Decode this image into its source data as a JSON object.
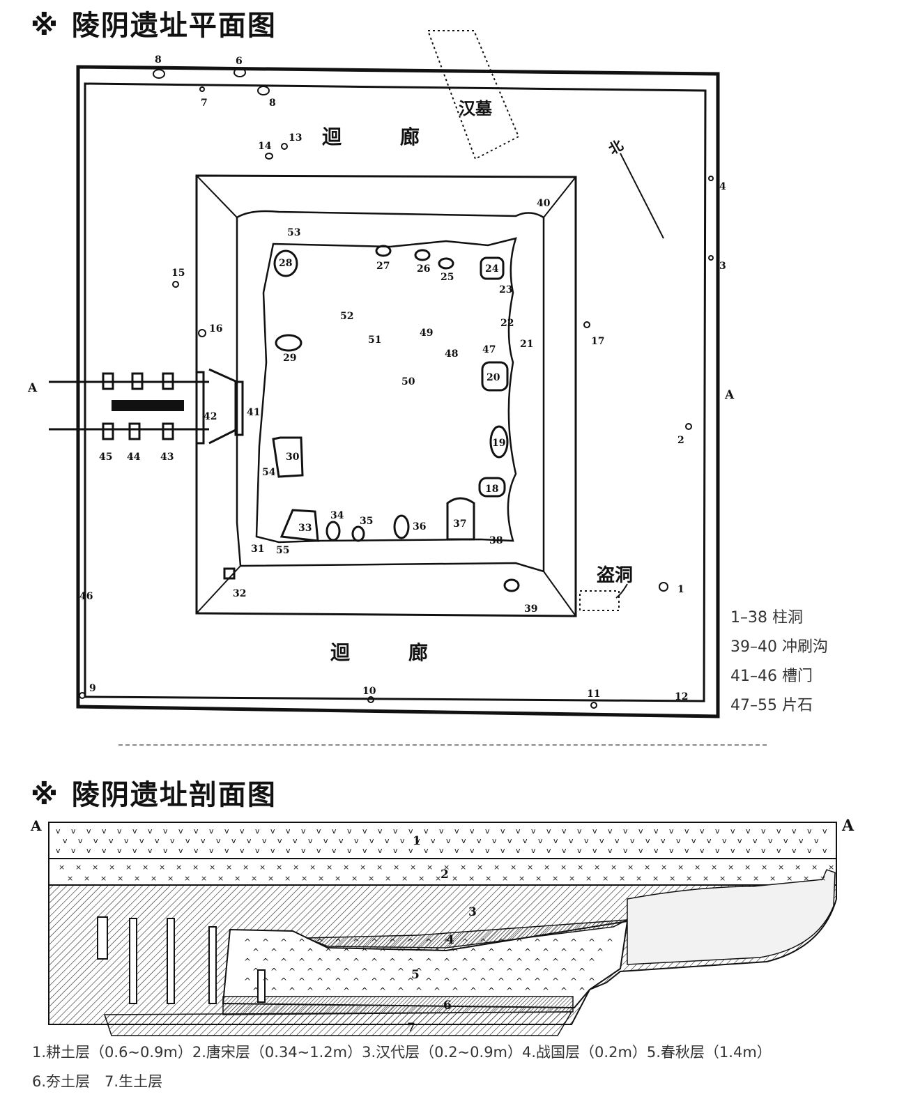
{
  "plan": {
    "title": "陵阴遗址平面图",
    "mark": "※",
    "corridor_label_top": "迴　　　廊",
    "corridor_label_bottom": "迴　　　廊",
    "han_tomb_label": "汉墓",
    "robbery_hole_label": "盗洞",
    "north_label": "北",
    "section_marker": "A",
    "numbers": [
      "1",
      "2",
      "3",
      "4",
      "6",
      "7",
      "8",
      "8",
      "9",
      "10",
      "11",
      "12",
      "13",
      "14",
      "15",
      "16",
      "17",
      "18",
      "19",
      "20",
      "21",
      "22",
      "23",
      "24",
      "25",
      "26",
      "27",
      "28",
      "29",
      "30",
      "31",
      "32",
      "33",
      "34",
      "35",
      "36",
      "37",
      "38",
      "39",
      "40",
      "41",
      "42",
      "43",
      "44",
      "45",
      "46",
      "47",
      "48",
      "49",
      "50",
      "51",
      "52",
      "53",
      "54",
      "55"
    ],
    "legend": [
      "1–38 柱洞",
      "39–40 冲刷沟",
      "41–46 槽门",
      "47–55 片石"
    ]
  },
  "section": {
    "title": "陵阴遗址剖面图",
    "mark": "※",
    "marker_left": "A",
    "marker_right": "A",
    "layer_numbers": [
      "1",
      "2",
      "3",
      "4",
      "5",
      "6",
      "7"
    ],
    "legend_line1": "1.耕土层（0.6~0.9m）2.唐宋层（0.34~1.2m）3.汉代层（0.2~0.9m）4.战国层（0.2m）5.春秋层（1.4m）",
    "legend_line2": "6.夯土层　7.生土层"
  }
}
